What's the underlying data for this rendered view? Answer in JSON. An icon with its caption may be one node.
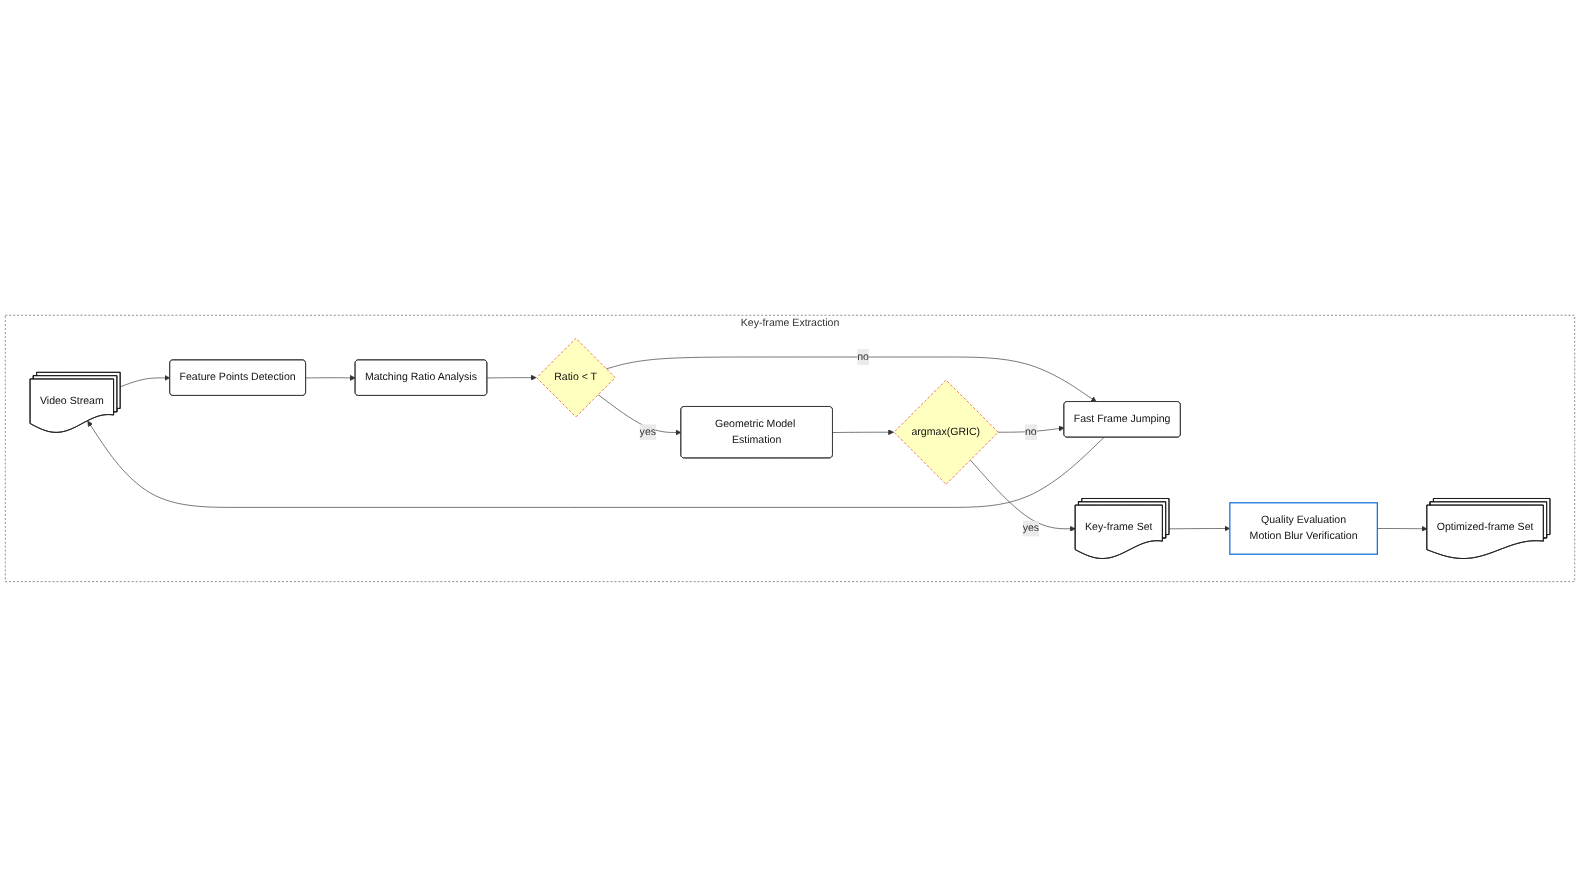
{
  "diagram": {
    "nodes": [
      {
        "text": [
          "Key-frame Extraction"
        ]
      },
      {
        "text": [
          "Video Stream"
        ],
        "in": 0
      },
      {
        "text": [
          "Fast Frame Jumping"
        ],
        "in": 0
      },
      {
        "text": [
          "Feature Points Detection"
        ],
        "in": 0
      },
      {
        "text": [
          "Ratio < T"
        ],
        "in": 0
      },
      {
        "text": [
          "Geometric Model Estimation"
        ],
        "in": 0
      },
      {
        "text": [
          "argmax(GRIC)"
        ],
        "in": 0
      },
      {
        "text": [
          "Matching Ratio Analysis"
        ],
        "in": 0
      },
      {
        "text": [
          "Key-frame Set"
        ],
        "in": 0
      },
      {
        "text": [
          "Quality Evaluation",
          "Motion Blur Verification"
        ],
        "in": 0
      },
      {
        "text": [
          "Optimized-frame Set"
        ],
        "in": 0
      }
    ],
    "edges": [
      {
        "from": 2,
        "to": 1,
        "arrow": "to"
      },
      {
        "from": 1,
        "to": 3,
        "arrow": "to"
      },
      {
        "from": 3,
        "to": 7,
        "arrow": "to"
      },
      {
        "from": 7,
        "to": 4,
        "arrow": "to"
      },
      {
        "from": 4,
        "to": 2,
        "arrow": "to",
        "label": "no"
      },
      {
        "from": 4,
        "to": 5,
        "arrow": "to",
        "label": "yes"
      },
      {
        "from": 5,
        "to": 6,
        "arrow": "to"
      },
      {
        "from": 6,
        "to": 2,
        "arrow": "to",
        "label": "no"
      },
      {
        "from": 6,
        "to": 8,
        "arrow": "to",
        "label": "yes"
      },
      {
        "from": 8,
        "to": 9,
        "arrow": "to"
      },
      {
        "from": 9,
        "to": 10,
        "arrow": "to"
      }
    ]
  }
}
